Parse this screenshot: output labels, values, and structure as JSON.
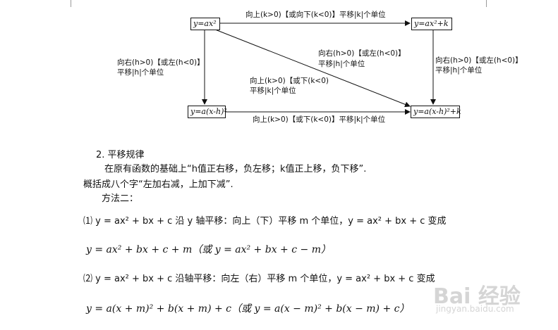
{
  "diagram": {
    "node_top_left": "y=ax²",
    "node_top_right": "y=ax²+k",
    "node_bottom_left": "y=a(x-h)²",
    "node_bottom_right": "y=a(x-h)²+k",
    "edge_top_label": "向上(k>0)【或向下(k<0)】平移|k|个单位",
    "edge_left_line1": "向右(h>0)【或左(h<0)】",
    "edge_left_line2": "平移|h|个单位",
    "edge_diag_a_line1": "向右(h>0)【或左(h<0)】",
    "edge_diag_a_line2": "平移|h|个单位",
    "edge_diag_b_line1": "向上(k>0)【或下(k<0)",
    "edge_diag_b_line2": "平移|k|个单位",
    "edge_right_line1": "向右(h>0)【或左(h<0)】",
    "edge_right_line2": "平移|h|个单位",
    "edge_bottom_label": "向上(k>0)【或下(k<0)】平移|k|个单位"
  },
  "section": {
    "heading": "2. 平移规律",
    "rule_line1": "在原有函数的基础上“h值正右移，负左移；k值正上移，负下移”.",
    "rule_line2": "概括成八个字“左加右减，上加下减”.",
    "method": "方法二：",
    "item1": "⑴ y = ax² + bx + c 沿 y 轴平移：向上（下）平移 m 个单位，y = ax² + bx + c 变成",
    "item1_result": "y = ax² + bx + c + m（或 y = ax² + bx + c − m）",
    "item2": "⑵ y = ax² + bx + c 沿轴平移：向左（右）平移 m 个单位，y = ax² + bx + c 变成",
    "item2_result": "y = a(x + m)² + b(x + m) + c（或 y = a(x − m)² + b(x − m) + c）"
  },
  "watermark": {
    "brand": "Bai 经验",
    "url": "jingyan.baidu.com"
  }
}
